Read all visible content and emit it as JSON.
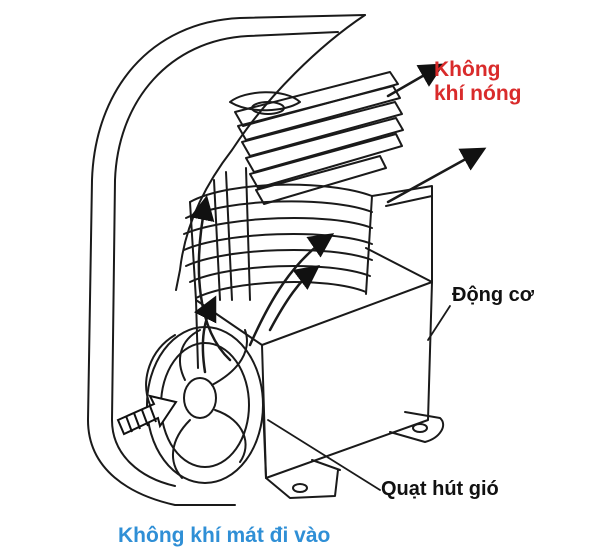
{
  "labels": {
    "hot_air_line1": "Không",
    "hot_air_line2": "khí nóng",
    "motor": "Động cơ",
    "fan": "Quạt hút gió",
    "cool_air": "Không khí mát đi vào"
  },
  "colors": {
    "hot_air": "#d92b2b",
    "cool_air": "#2f8fd6",
    "text": "#111111",
    "line": "#1a1a1a"
  }
}
